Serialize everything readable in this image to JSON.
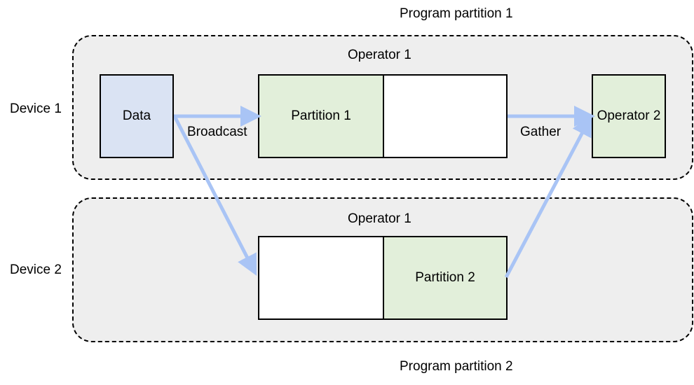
{
  "labels": {
    "program_partition_1": "Program partition 1",
    "program_partition_2": "Program partition 2",
    "device_1": "Device 1",
    "device_2": "Device 2",
    "operator_1_top": "Operator 1",
    "operator_1_bottom": "Operator 1",
    "data": "Data",
    "partition_1": "Partition 1",
    "partition_2": "Partition 2",
    "operator_2": "Operator 2",
    "broadcast": "Broadcast",
    "gather": "Gather"
  },
  "colors": {
    "region_fill": "#eeeeee",
    "data_fill": "#dae3f3",
    "partition_fill": "#e2efda",
    "empty_fill": "#ffffff",
    "arrow": "#a9c4f5",
    "border": "#000000"
  }
}
